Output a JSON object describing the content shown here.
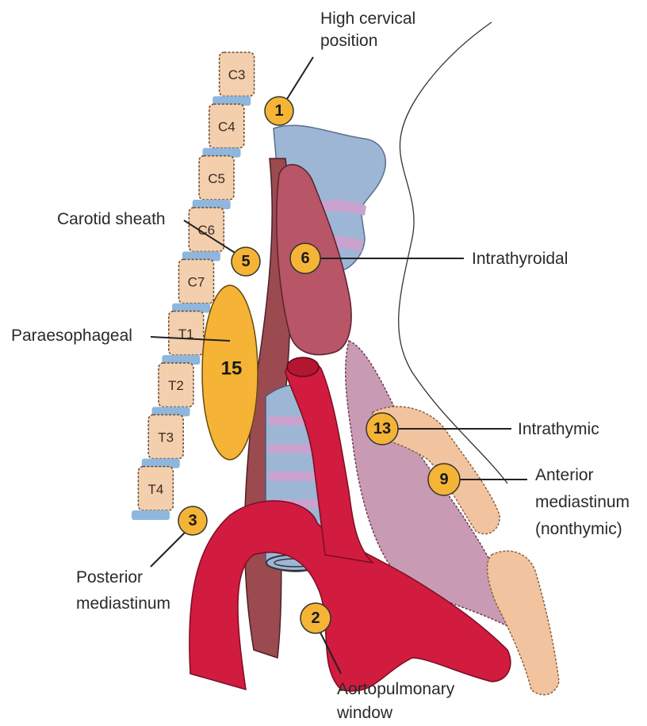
{
  "vertebrae": [
    "C3",
    "C4",
    "C5",
    "C6",
    "C7",
    "T1",
    "T2",
    "T3",
    "T4"
  ],
  "labels": {
    "high_cervical_line1": "High cervical",
    "high_cervical_line2": "position",
    "carotid": "Carotid sheath",
    "intrathyroidal": "Intrathyroidal",
    "paraesophageal": "Paraesophageal",
    "intrathymic": "Intrathymic",
    "anterior_line1": "Anterior",
    "anterior_line2": "mediastinum",
    "anterior_line3": "(nonthymic)",
    "posterior_line1": "Posterior",
    "posterior_line2": "mediastinum",
    "ap_line1": "Aortopulmonary",
    "ap_line2": "window"
  },
  "badges": {
    "high_cervical": "1",
    "aortopulmonary": "2",
    "posterior": "3",
    "carotid": "5",
    "intrathyroidal": "6",
    "anterior": "9",
    "intrathymic": "13",
    "paraesophageal": "15"
  },
  "colors": {
    "badge": "#f5b435",
    "vertebra": "#f3cfae",
    "disc": "#8fb6dc",
    "trachea": "#9db6d6",
    "ring": "#c9a3cd",
    "thyroid": "#b85566",
    "aorta": "#d11b3f",
    "thymus": "#c99ab3",
    "esophagus": "#9b4a50",
    "fat": "#f1c49f"
  }
}
